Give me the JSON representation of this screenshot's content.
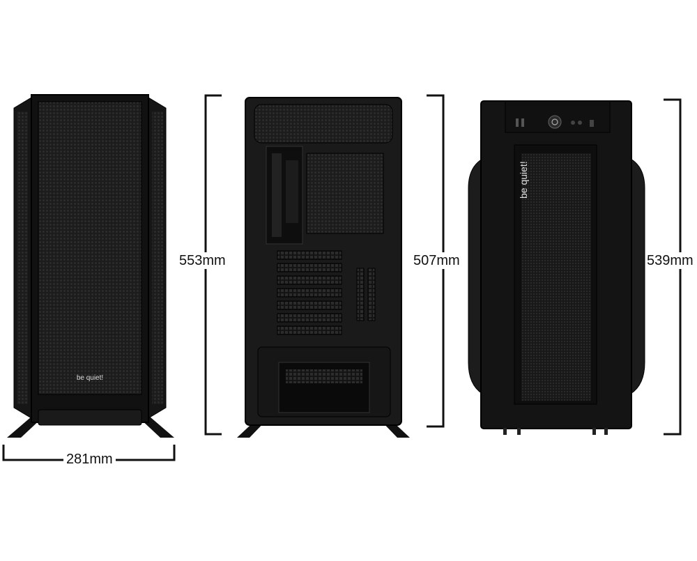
{
  "dimensions": {
    "front_height": "553mm",
    "back_height": "507mm",
    "side_height": "539mm",
    "front_width": "281mm"
  },
  "branding": {
    "front_logo": "be quiet!",
    "side_logo": "be quiet!"
  },
  "colors": {
    "case_body": "#1a1a1a",
    "case_dark": "#0d0d0d",
    "mesh": "#2a2a2a",
    "dimension_line": "#111111"
  }
}
